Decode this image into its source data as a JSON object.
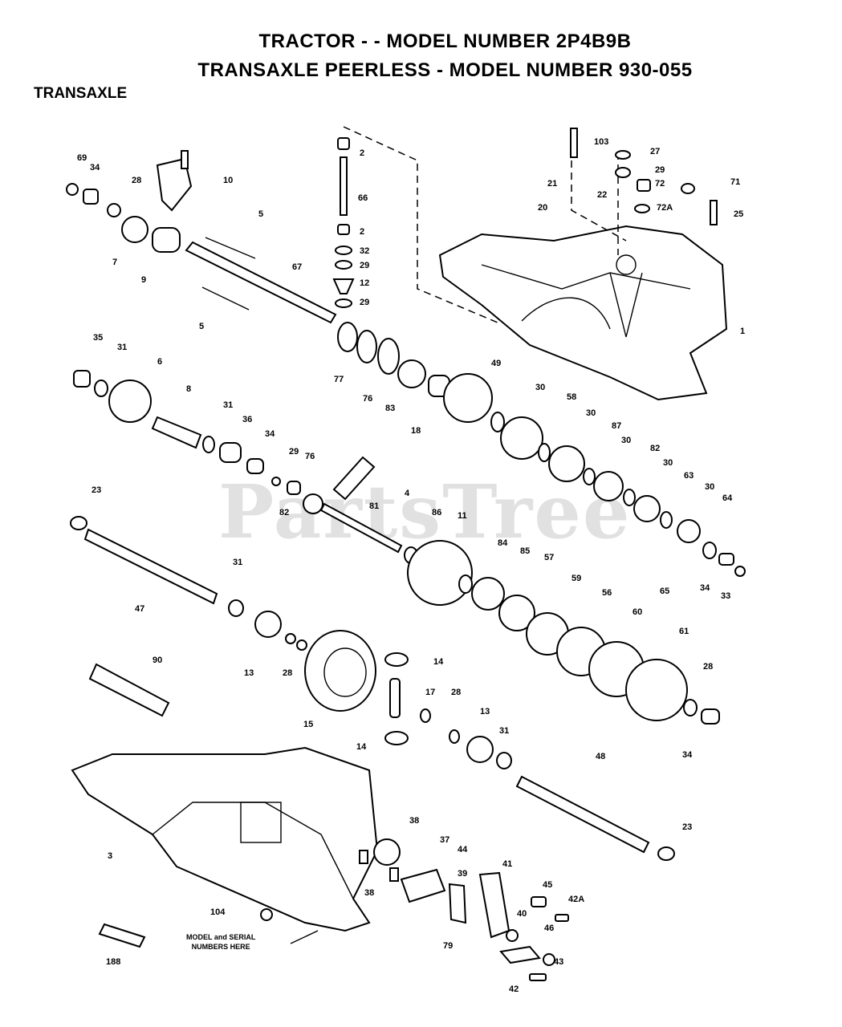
{
  "header": {
    "title_line1": "TRACTOR - - MODEL NUMBER 2P4B9B",
    "title_line2": "TRANSAXLE PEERLESS - MODEL NUMBER 930-055",
    "section": "TRANSAXLE"
  },
  "watermark": "PartsTree",
  "note": {
    "line1": "MODEL and SERIAL",
    "line2": "NUMBERS HERE"
  },
  "callouts": [
    {
      "id": "c69",
      "text": "69"
    },
    {
      "id": "c34a",
      "text": "34"
    },
    {
      "id": "c28a",
      "text": "28"
    },
    {
      "id": "c10",
      "text": "10"
    },
    {
      "id": "c7",
      "text": "7"
    },
    {
      "id": "c9",
      "text": "9"
    },
    {
      "id": "c5a",
      "text": "5"
    },
    {
      "id": "c5b",
      "text": "5"
    },
    {
      "id": "c67",
      "text": "67"
    },
    {
      "id": "c2a",
      "text": "2"
    },
    {
      "id": "c66",
      "text": "66"
    },
    {
      "id": "c2b",
      "text": "2"
    },
    {
      "id": "c32",
      "text": "32"
    },
    {
      "id": "c29a",
      "text": "29"
    },
    {
      "id": "c12",
      "text": "12"
    },
    {
      "id": "c29b",
      "text": "29"
    },
    {
      "id": "c103",
      "text": "103"
    },
    {
      "id": "c27",
      "text": "27"
    },
    {
      "id": "c29c",
      "text": "29"
    },
    {
      "id": "c21",
      "text": "21"
    },
    {
      "id": "c72",
      "text": "72"
    },
    {
      "id": "c71",
      "text": "71"
    },
    {
      "id": "c22",
      "text": "22"
    },
    {
      "id": "c20",
      "text": "20"
    },
    {
      "id": "c72a",
      "text": "72A"
    },
    {
      "id": "c25",
      "text": "25"
    },
    {
      "id": "c1",
      "text": "1"
    },
    {
      "id": "c35",
      "text": "35"
    },
    {
      "id": "c31a",
      "text": "31"
    },
    {
      "id": "c6",
      "text": "6"
    },
    {
      "id": "c77",
      "text": "77"
    },
    {
      "id": "c76a",
      "text": "76"
    },
    {
      "id": "c83",
      "text": "83"
    },
    {
      "id": "c18",
      "text": "18"
    },
    {
      "id": "c49",
      "text": "49"
    },
    {
      "id": "c8",
      "text": "8"
    },
    {
      "id": "c31b",
      "text": "31"
    },
    {
      "id": "c36",
      "text": "36"
    },
    {
      "id": "c34b",
      "text": "34"
    },
    {
      "id": "c29d",
      "text": "29"
    },
    {
      "id": "c76b",
      "text": "76"
    },
    {
      "id": "c30a",
      "text": "30"
    },
    {
      "id": "c58",
      "text": "58"
    },
    {
      "id": "c30b",
      "text": "30"
    },
    {
      "id": "c87",
      "text": "87"
    },
    {
      "id": "c30c",
      "text": "30"
    },
    {
      "id": "c82a",
      "text": "82"
    },
    {
      "id": "c30d",
      "text": "30"
    },
    {
      "id": "c63",
      "text": "63"
    },
    {
      "id": "c30e",
      "text": "30"
    },
    {
      "id": "c64",
      "text": "64"
    },
    {
      "id": "c81",
      "text": "81"
    },
    {
      "id": "c82b",
      "text": "82"
    },
    {
      "id": "c4",
      "text": "4"
    },
    {
      "id": "c86",
      "text": "86"
    },
    {
      "id": "c23a",
      "text": "23"
    },
    {
      "id": "c11",
      "text": "11"
    },
    {
      "id": "c65",
      "text": "65"
    },
    {
      "id": "c34c",
      "text": "34"
    },
    {
      "id": "c33",
      "text": "33"
    },
    {
      "id": "c31c",
      "text": "31"
    },
    {
      "id": "c47",
      "text": "47"
    },
    {
      "id": "c84",
      "text": "84"
    },
    {
      "id": "c85",
      "text": "85"
    },
    {
      "id": "c57",
      "text": "57"
    },
    {
      "id": "c59",
      "text": "59"
    },
    {
      "id": "c56",
      "text": "56"
    },
    {
      "id": "c60",
      "text": "60"
    },
    {
      "id": "c61",
      "text": "61"
    },
    {
      "id": "c13a",
      "text": "13"
    },
    {
      "id": "c28b",
      "text": "28"
    },
    {
      "id": "c90",
      "text": "90"
    },
    {
      "id": "c14a",
      "text": "14"
    },
    {
      "id": "c17",
      "text": "17"
    },
    {
      "id": "c28c",
      "text": "28"
    },
    {
      "id": "c28d",
      "text": "28"
    },
    {
      "id": "c15",
      "text": "15"
    },
    {
      "id": "c13b",
      "text": "13"
    },
    {
      "id": "c14b",
      "text": "14"
    },
    {
      "id": "c31d",
      "text": "31"
    },
    {
      "id": "c34d",
      "text": "34"
    },
    {
      "id": "c48",
      "text": "48"
    },
    {
      "id": "c23b",
      "text": "23"
    },
    {
      "id": "c3",
      "text": "3"
    },
    {
      "id": "c38a",
      "text": "38"
    },
    {
      "id": "c37",
      "text": "37"
    },
    {
      "id": "c44",
      "text": "44"
    },
    {
      "id": "c41",
      "text": "41"
    },
    {
      "id": "c38b",
      "text": "38"
    },
    {
      "id": "c39",
      "text": "39"
    },
    {
      "id": "c45",
      "text": "45"
    },
    {
      "id": "c42a",
      "text": "42A"
    },
    {
      "id": "c40",
      "text": "40"
    },
    {
      "id": "c46",
      "text": "46"
    },
    {
      "id": "c43",
      "text": "43"
    },
    {
      "id": "c104",
      "text": "104"
    },
    {
      "id": "c79",
      "text": "79"
    },
    {
      "id": "c42",
      "text": "42"
    },
    {
      "id": "c188",
      "text": "188"
    }
  ]
}
